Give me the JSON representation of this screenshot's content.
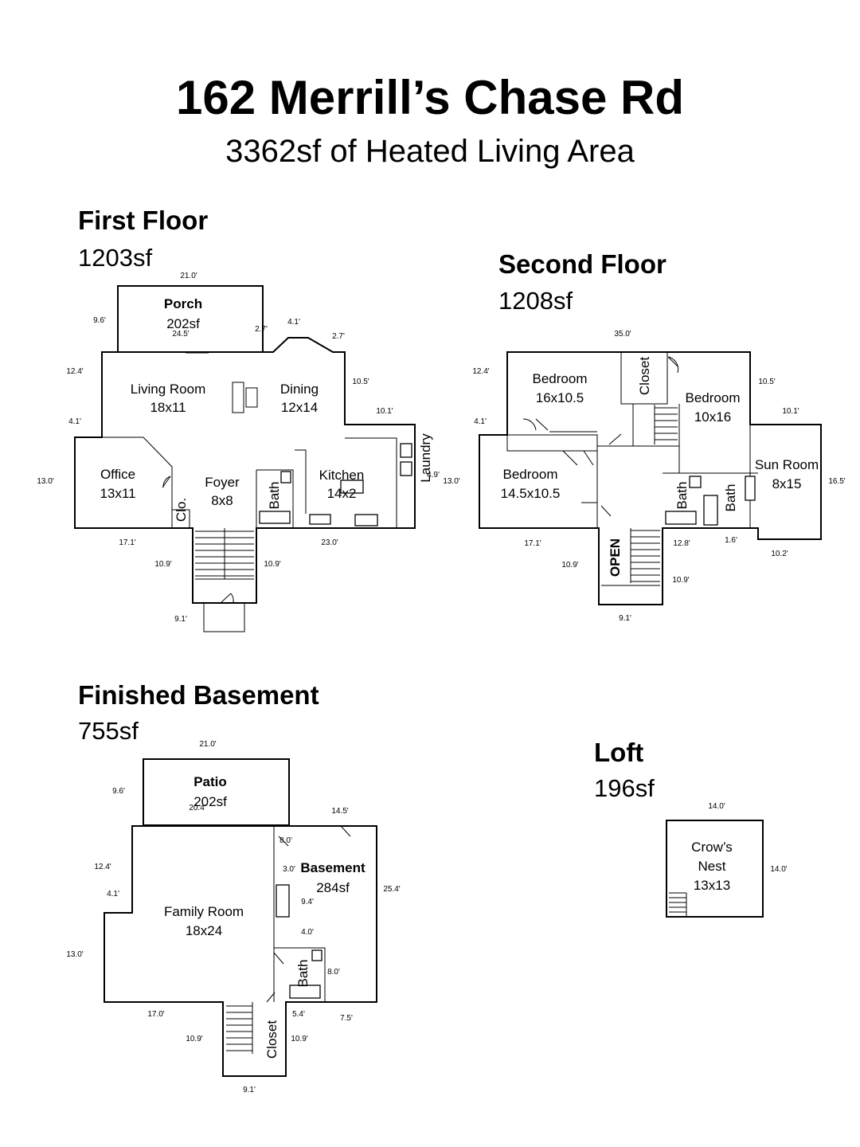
{
  "title": "162 Merrill’s Chase Rd",
  "subtitle": "3362sf of Heated Living Area",
  "sections": {
    "first": {
      "heading": "First Floor",
      "area": "1203sf"
    },
    "second": {
      "heading": "Second Floor",
      "area": "1208sf"
    },
    "basement": {
      "heading": "Finished Basement",
      "area": "755sf"
    },
    "loft": {
      "heading": "Loft",
      "area": "196sf"
    }
  },
  "first_floor": {
    "porch": {
      "name": "Porch",
      "area": "202sf"
    },
    "living": {
      "name": "Living Room",
      "size": "18x11"
    },
    "dining": {
      "name": "Dining",
      "size": "12x14"
    },
    "office": {
      "name": "Office",
      "size": "13x11"
    },
    "foyer": {
      "name": "Foyer",
      "size": "8x8"
    },
    "closet": "Clo.",
    "bath": "Bath",
    "kitchen": {
      "name": "Kitchen",
      "size": "14x2"
    },
    "laundry": "Laundry",
    "dims": {
      "d21": "21.0'",
      "d96": "9.6'",
      "d245": "24.5'",
      "d27a": "2.7'",
      "d41a": "4.1'",
      "d27b": "2.7'",
      "d124": "12.4'",
      "d105": "10.5'",
      "d101": "10.1'",
      "d41b": "4.1'",
      "d130": "13.0'",
      "d49": "4.9'",
      "d171": "17.1'",
      "d230": "23.0'",
      "d109a": "10.9'",
      "d109b": "10.9'",
      "d91": "9.1'"
    }
  },
  "second_floor": {
    "bed1": {
      "name": "Bedroom",
      "size": "16x10.5"
    },
    "closet": "Closet",
    "bed2": {
      "name": "Bedroom",
      "size": "10x16"
    },
    "bed3": {
      "name": "Bedroom",
      "size": "14.5x10.5"
    },
    "sun": {
      "name": "Sun Room",
      "size": "8x15"
    },
    "bath1": "Bath",
    "bath2": "Bath",
    "open": "OPEN",
    "dims": {
      "d350": "35.0'",
      "d124": "12.4'",
      "d105": "10.5'",
      "d101": "10.1'",
      "d41": "4.1'",
      "d130": "13.0'",
      "d165": "16.5'",
      "d171": "17.1'",
      "d128": "12.8'",
      "d16": "1.6'",
      "d102": "10.2'",
      "d109a": "10.9'",
      "d109b": "10.9'",
      "d91": "9.1'"
    }
  },
  "basement_floor": {
    "patio": {
      "name": "Patio",
      "area": "202sf"
    },
    "basement": {
      "name": "Basement",
      "area": "284sf"
    },
    "family": {
      "name": "Family Room",
      "size": "18x24"
    },
    "bath": "Bath",
    "closet": "Closet",
    "dims": {
      "d210": "21.0'",
      "d96": "9.6'",
      "d204": "20.4'",
      "d145": "14.5'",
      "d80a": "8.0'",
      "d30": "3.0'",
      "d124": "12.4'",
      "d41": "4.1'",
      "d94": "9.4'",
      "d254": "25.4'",
      "d40": "4.0'",
      "d80b": "8.0'",
      "d130": "13.0'",
      "d170": "17.0'",
      "d54": "5.4'",
      "d75": "7.5'",
      "d109a": "10.9'",
      "d109b": "10.9'",
      "d91": "9.1'"
    }
  },
  "loft_floor": {
    "nest": {
      "line1": "Crow’s",
      "line2": "Nest",
      "size": "13x13"
    },
    "dims": {
      "d140a": "14.0'",
      "d140b": "14.0'"
    }
  }
}
